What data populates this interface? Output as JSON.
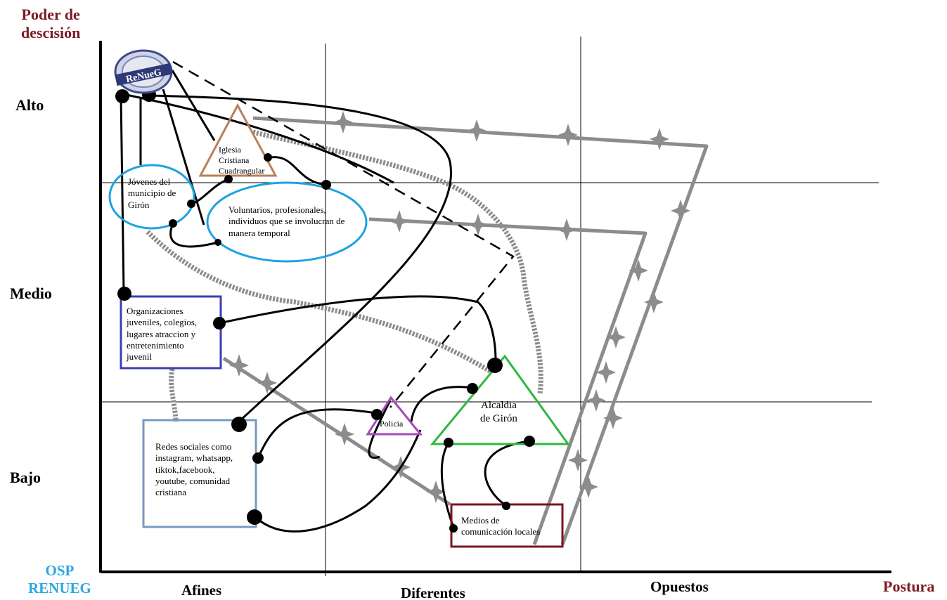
{
  "axes": {
    "y_title": [
      "Poder de",
      "descisión"
    ],
    "x_title": "Postura",
    "origin_label": [
      "OSP",
      "RENUEG"
    ],
    "y_levels": [
      "Alto",
      "Medio",
      "Bajo"
    ],
    "x_levels": [
      "Afines",
      "Diferentes",
      "Opuestos"
    ]
  },
  "logo": {
    "text": "ReNueG"
  },
  "nodes": {
    "iglesia": {
      "lines": [
        "Iglesia",
        "Cristiana",
        "Cuadrangular"
      ]
    },
    "jovenes": {
      "lines": [
        "Jóvenes del",
        "municipio de",
        "Girón"
      ]
    },
    "voluntarios": {
      "lines": [
        "Voluntarios, profesionales,",
        "individuos que se involucran de",
        "manera temporal"
      ]
    },
    "organizaciones": {
      "lines": [
        "Organizaciones",
        "juveniles, colegios,",
        "lugares atraccion y",
        "entretenimiento",
        "juvenil"
      ]
    },
    "redes": {
      "lines": [
        "Redes sociales como",
        "instagram, whatsapp,",
        "tiktok,facebook,",
        "youtube, comunidad",
        "cristiana"
      ]
    },
    "policia": {
      "lines": [
        "Policia"
      ]
    },
    "alcaldia": {
      "lines": [
        "Alcaldia",
        "de Girón"
      ]
    },
    "medios": {
      "lines": [
        "Medios de",
        "comunicación locales"
      ]
    }
  },
  "colors": {
    "axis_title": "#7b1c24",
    "origin": "#29a8e0",
    "iglesia": "#b8805a",
    "ellipse": "#1ea3e0",
    "organizaciones": "#3b3fb0",
    "redes": "#7899c2",
    "policia": "#a34bb8",
    "alcaldia": "#2fb840",
    "medios": "#7a1424",
    "gray_link": "#8c8c8c"
  }
}
